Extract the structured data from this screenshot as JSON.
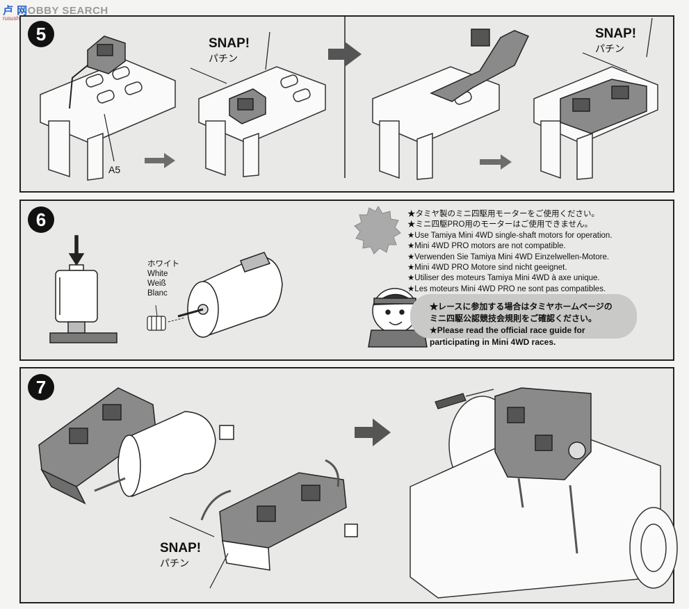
{
  "watermark": {
    "brand": "卢 网",
    "text": "OBBY SEARCH",
    "sub": "rusushopr.com"
  },
  "step5": {
    "number": "5",
    "snap_left": {
      "en": "SNAP!",
      "jp": "パチン"
    },
    "snap_right": {
      "en": "SNAP!",
      "jp": "パチン"
    },
    "part_label": "A5"
  },
  "step6": {
    "number": "6",
    "pinion_colors": [
      "ホワイト",
      "White",
      "Weiß",
      "Blanc"
    ],
    "notes": [
      "★タミヤ製のミニ四駆用モーターをご使用ください。",
      "★ミニ四駆PRO用のモーターはご使用できません。",
      "★Use Tamiya Mini 4WD single-shaft motors for operation.",
      "★Mini 4WD PRO motors are not compatible.",
      "★Verwenden Sie Tamiya Mini 4WD Einzelwellen-Motore.",
      "★Mini 4WD PRO Motore sind nicht geeignet.",
      "★Utiliser des moteurs Tamiya Mini 4WD à axe unique.",
      "★Les moteurs Mini 4WD PRO ne sont pas compatibles."
    ],
    "race_notes": [
      "★レースに参加する場合はタミヤホームページの",
      "ミニ四駆公認競技会規則をご確認ください。",
      "★Please read the official race guide for",
      "participating in Mini 4WD races."
    ]
  },
  "step7": {
    "number": "7",
    "snap": {
      "en": "SNAP!",
      "jp": "パチン"
    }
  },
  "colors": {
    "panel_bg": "#e9e9e7",
    "border": "#222222",
    "part_gray": "#8a8a8a",
    "arrow_gray": "#6d6d6d"
  }
}
